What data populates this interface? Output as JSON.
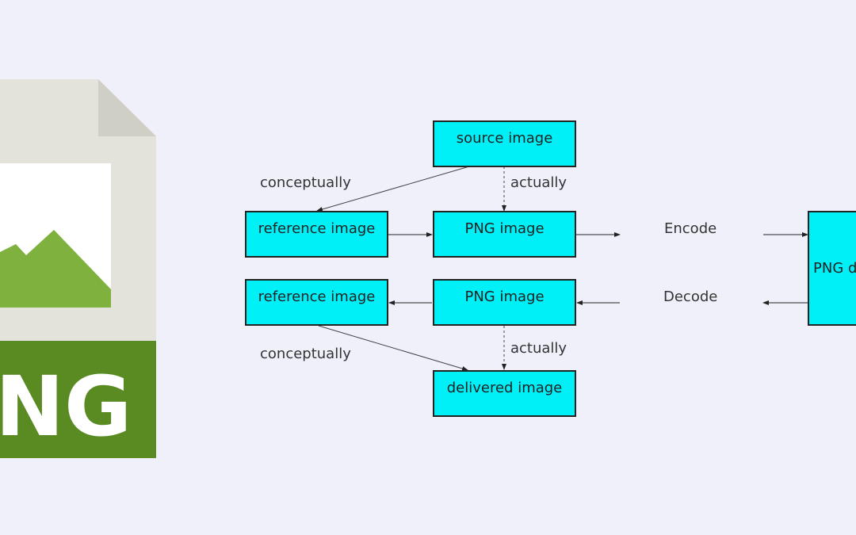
{
  "file_icon": {
    "name": "png-file-icon",
    "label": "NG",
    "colors": {
      "page": "#e3e3dc",
      "fold": "#cfcfc6",
      "band": "#5a8a22",
      "mountain": "#7fb13e"
    }
  },
  "diagram": {
    "boxes": {
      "source": "source image",
      "png_top": "PNG image",
      "ref_top": "reference image",
      "png_bottom": "PNG image",
      "ref_bottom": "reference image",
      "delivered": "delivered image",
      "png_file": "PNG d"
    },
    "labels": {
      "conceptually_top": "conceptually",
      "actually_top": "actually",
      "encode": "Encode",
      "decode": "Decode",
      "conceptually_bottom": "conceptually",
      "actually_bottom": "actually"
    },
    "colors": {
      "box_fill": "#00f0f8",
      "border": "#222222",
      "background": "#f0f0fb"
    }
  }
}
